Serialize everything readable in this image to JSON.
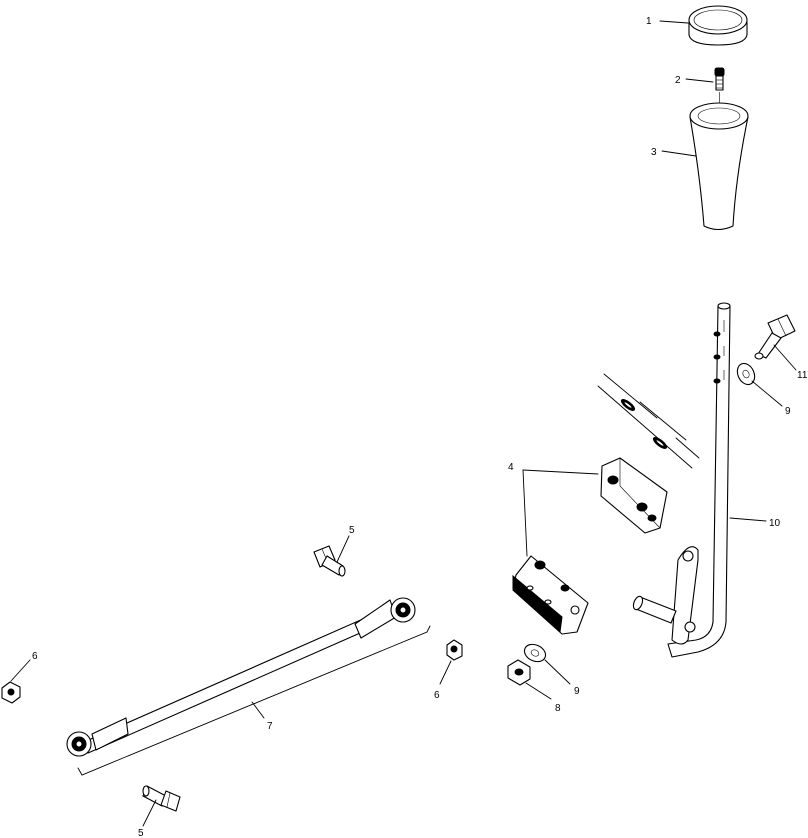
{
  "diagram": {
    "callouts": {
      "c1": "1",
      "c2": "2",
      "c3": "3",
      "c4": "4",
      "c5a": "5",
      "c5b": "5",
      "c6a": "6",
      "c6b": "6",
      "c7": "7",
      "c8": "8",
      "c9a": "9",
      "c9b": "9",
      "c10": "10",
      "c11": "11"
    }
  }
}
